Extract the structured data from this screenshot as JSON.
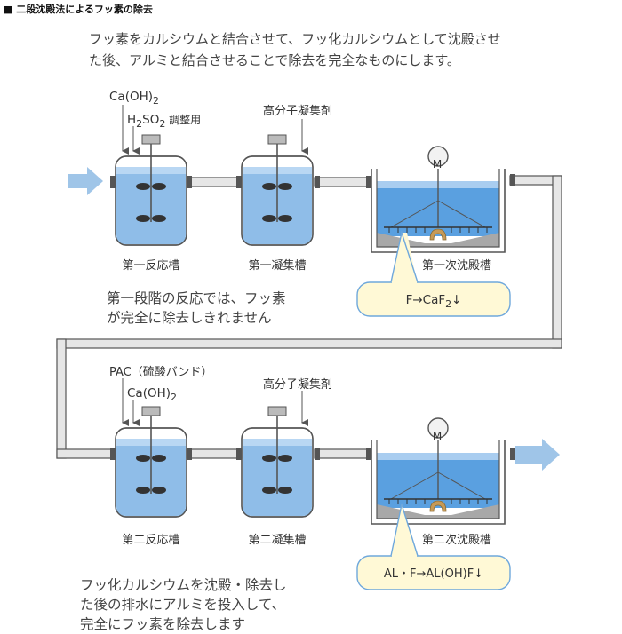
{
  "title": "■ 二段沈殿法によるフッ素の除去",
  "intro": {
    "line1": "フッ素をカルシウムと結合させて、フッ化カルシウムとして沈殿させ",
    "line2": "た後、アルミと結合させることで除去を完全なものにします。"
  },
  "stage1": {
    "chem_a": "Ca(OH)",
    "chem_a_sub": "2",
    "chem_b": "H",
    "chem_b_sub1": "2",
    "chem_b_mid": "SO",
    "chem_b_sub2": "2",
    "chem_b_suffix": " 調整用",
    "flocculant": "高分子凝集剤",
    "tank1_label": "第一反応槽",
    "tank2_label": "第一凝集槽",
    "settler_label": "第一次沈殿槽",
    "motor": "M",
    "reaction_a": "F→CaF",
    "reaction_a_sub": "2",
    "reaction_a_arrow": "↓",
    "note_line1": "第一段階の反応では、フッ素",
    "note_line2": "が完全に除去しきれません"
  },
  "stage2": {
    "chem_a": "PAC（硫酸バンド）",
    "chem_b": "Ca(OH)",
    "chem_b_sub": "2",
    "flocculant": "高分子凝集剤",
    "tank1_label": "第二反応槽",
    "tank2_label": "第二凝集槽",
    "settler_label": "第二次沈殿槽",
    "motor": "M",
    "reaction": "AL・F→AL(OH)F↓",
    "note_line1": "フッ化カルシウムを沈殿・除去し",
    "note_line2": "た後の排水にアルミを投入して、",
    "note_line3": "完全にフッ素を除去します"
  },
  "colors": {
    "water": "#6fa8dc",
    "water_light": "#cfe2f3",
    "tank_stroke": "#555555",
    "pipe": "#b7b7b7",
    "flow_arrow": "#9fc5e8",
    "sludge": "#a0a0a0",
    "callout_fill": "#fff9d6",
    "callout_stroke": "#6fa8dc"
  }
}
